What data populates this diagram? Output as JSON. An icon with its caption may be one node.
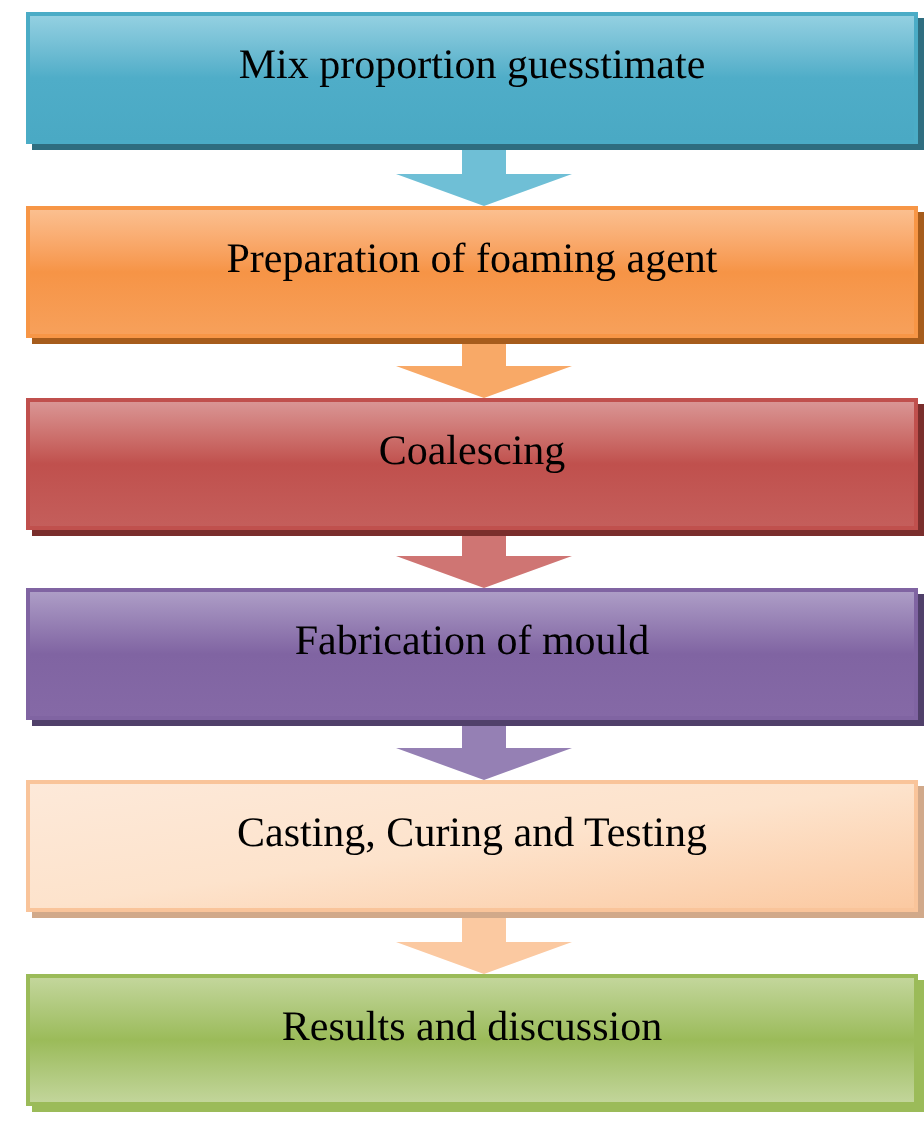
{
  "diagram": {
    "nodes": [
      {
        "text": [
          "Mix proportion guesstimate"
        ]
      },
      {
        "text": [
          "Preparation of foaming agent"
        ]
      },
      {
        "text": [
          "Coalescing"
        ]
      },
      {
        "text": [
          "Fabrication of mould"
        ]
      },
      {
        "text": [
          "Casting, Curing and Testing"
        ]
      },
      {
        "text": [
          "Results and discussion"
        ]
      }
    ],
    "edges": [
      {
        "from": 0,
        "to": 1,
        "arrow": "to",
        "color": "#6fbfd6"
      },
      {
        "from": 1,
        "to": 2,
        "arrow": "to",
        "color": "#f8a967"
      },
      {
        "from": 2,
        "to": 3,
        "arrow": "to",
        "color": "#cf7573"
      },
      {
        "from": 3,
        "to": 4,
        "arrow": "to",
        "color": "#9580b4"
      },
      {
        "from": 4,
        "to": 5,
        "arrow": "to",
        "color": "#fbc9a1"
      }
    ]
  }
}
